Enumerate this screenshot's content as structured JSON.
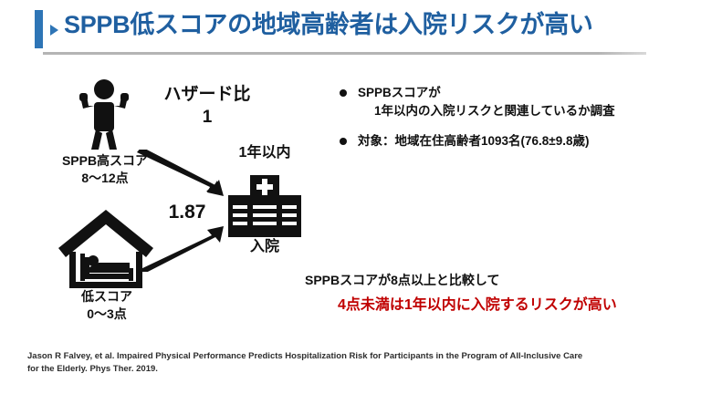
{
  "slide": {
    "title": "SPPB低スコアの地域高齢者は入院リスクが高い",
    "accent_color": "#2e75b6",
    "title_color": "#1f5fa0",
    "highlight_color": "#c00000"
  },
  "diagram": {
    "high_score": {
      "icon": "standing-strong-person-icon",
      "label_line1": "SPPB高スコア",
      "label_line2": "8〜12点"
    },
    "low_score": {
      "icon": "house-with-bedridden-person-icon",
      "label_line1": "低スコア",
      "label_line2": "0〜3点"
    },
    "outcome": {
      "icon": "hospital-icon",
      "label_top": "1年以内",
      "label_bottom": "入院"
    },
    "hazard_ratio_caption": "ハザード比",
    "hazard_ratio_reference": "1",
    "hazard_ratio_low_score": "1.87"
  },
  "bullets": [
    {
      "line1": "SPPBスコアが",
      "line2": "1年以内の入院リスクと関連しているか調査"
    },
    {
      "line1": "対象：地域在住高齢者1093名(76.8±9.8歳)",
      "line2": ""
    }
  ],
  "conclusion": {
    "compare": "SPPBスコアが8点以上と比較して",
    "highlight": "4点未満は1年以内に入院するリスクが高い"
  },
  "citation": {
    "line1": "Jason R Falvey, et al. Impaired Physical Performance Predicts Hospitalization Risk for Participants in the Program of All-Inclusive Care",
    "line2": "for the Elderly. Phys Ther. 2019."
  }
}
